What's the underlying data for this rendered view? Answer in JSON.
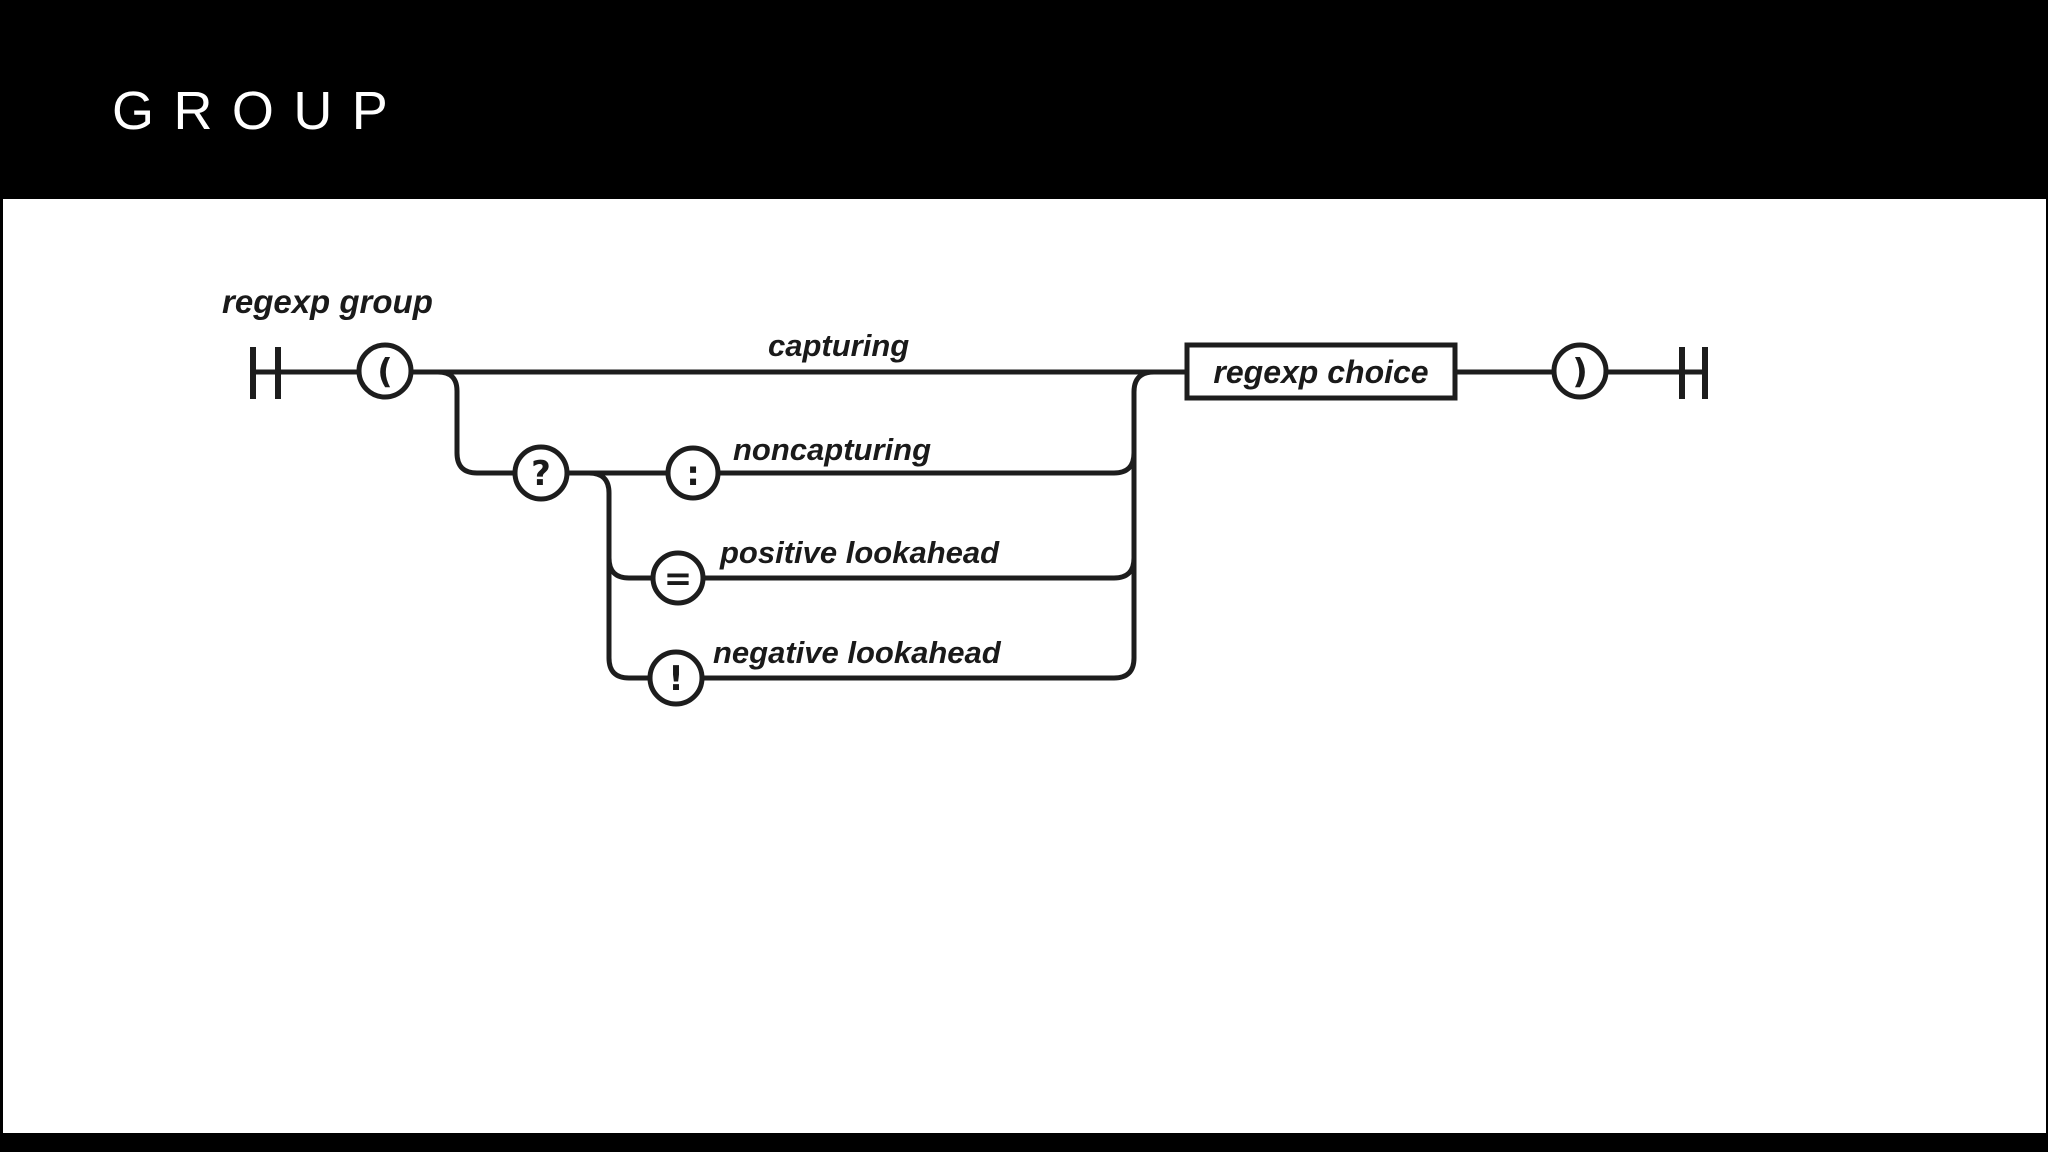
{
  "header": {
    "title": "GROUP"
  },
  "colors": {
    "background": "#000000",
    "panel": "#ffffff",
    "line": "#1d1d1d",
    "text": "#1a1a1a",
    "title_text": "#ffffff"
  },
  "diagram": {
    "type": "railroad-syntax-diagram",
    "heading_label": "regexp group",
    "symbols": {
      "open_paren": "(",
      "question_mark": "?",
      "colon": ":",
      "equals": "=",
      "exclamation": "!",
      "close_paren": ")"
    },
    "branch_labels": {
      "capturing": "capturing",
      "noncapturing": "noncapturing",
      "positive_lookahead": "positive lookahead",
      "negative_lookahead": "negative lookahead"
    },
    "choice_box_label": "regexp choice"
  }
}
